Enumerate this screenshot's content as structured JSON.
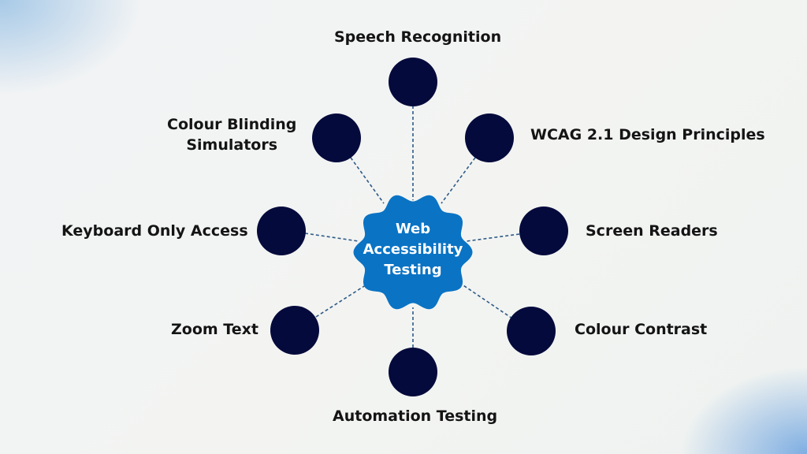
{
  "hub": {
    "label": "Web Accessibility Testing",
    "lines": [
      "Web",
      "Accessibility",
      "Testing"
    ]
  },
  "nodes": [
    {
      "id": "speech",
      "label": "Speech Recognition"
    },
    {
      "id": "wcag",
      "label": "WCAG 2.1 Design Principles"
    },
    {
      "id": "screen-readers",
      "label": "Screen Readers"
    },
    {
      "id": "colour-contrast",
      "label": "Colour Contrast"
    },
    {
      "id": "automation",
      "label": "Automation Testing"
    },
    {
      "id": "zoom",
      "label": "Zoom Text"
    },
    {
      "id": "keyboard",
      "label": "Keyboard Only Access"
    },
    {
      "id": "colour-blinding",
      "label": "Colour Blinding Simulators",
      "lines": [
        "Colour Blinding",
        "Simulators"
      ]
    }
  ],
  "colors": {
    "node_fill": "#050a3c",
    "hub_fill": "#0a73c4",
    "connector": "#2e5a86",
    "label_text": "#141414",
    "hub_text": "#ffffff"
  }
}
